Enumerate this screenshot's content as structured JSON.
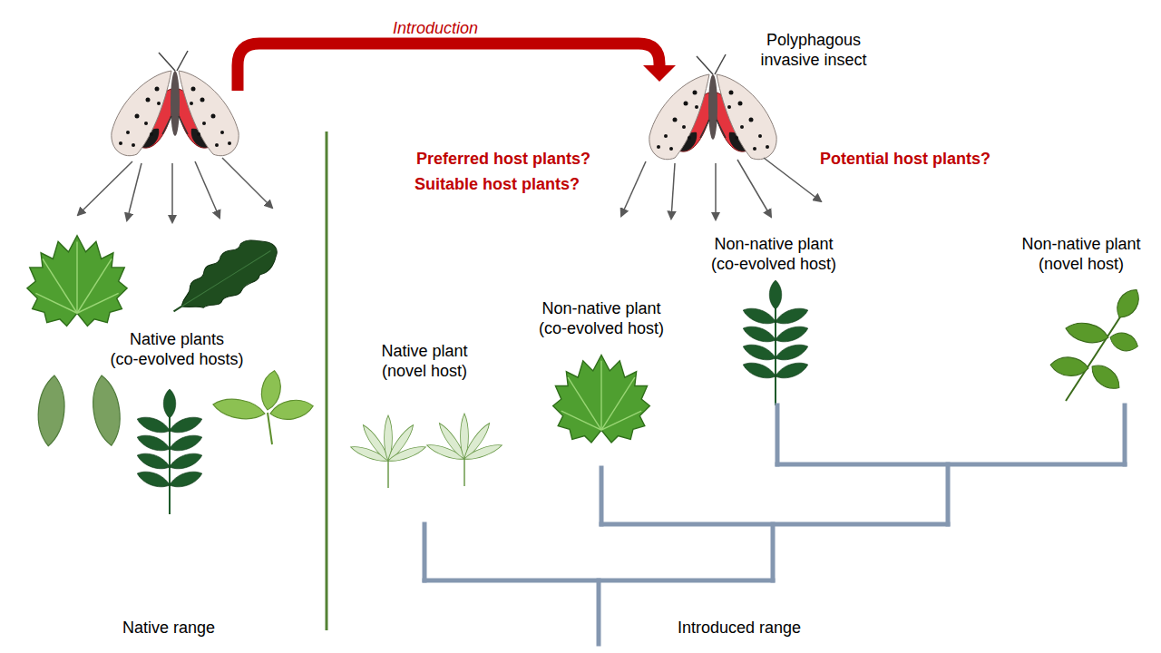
{
  "diagram": {
    "labels": [
      "Introduction",
      "Polyphagous invasive insect",
      "Preferred host plants?",
      "Suitable host plants?",
      "Potential host plants?",
      "Non-native plant (co-evolved host)",
      "Non-native plant (novel host)",
      "Native plants (co-evolved hosts)",
      "Non-native plant (co-evolved host)",
      "Native plant (novel host)",
      "Native range",
      "Introduced range"
    ]
  }
}
